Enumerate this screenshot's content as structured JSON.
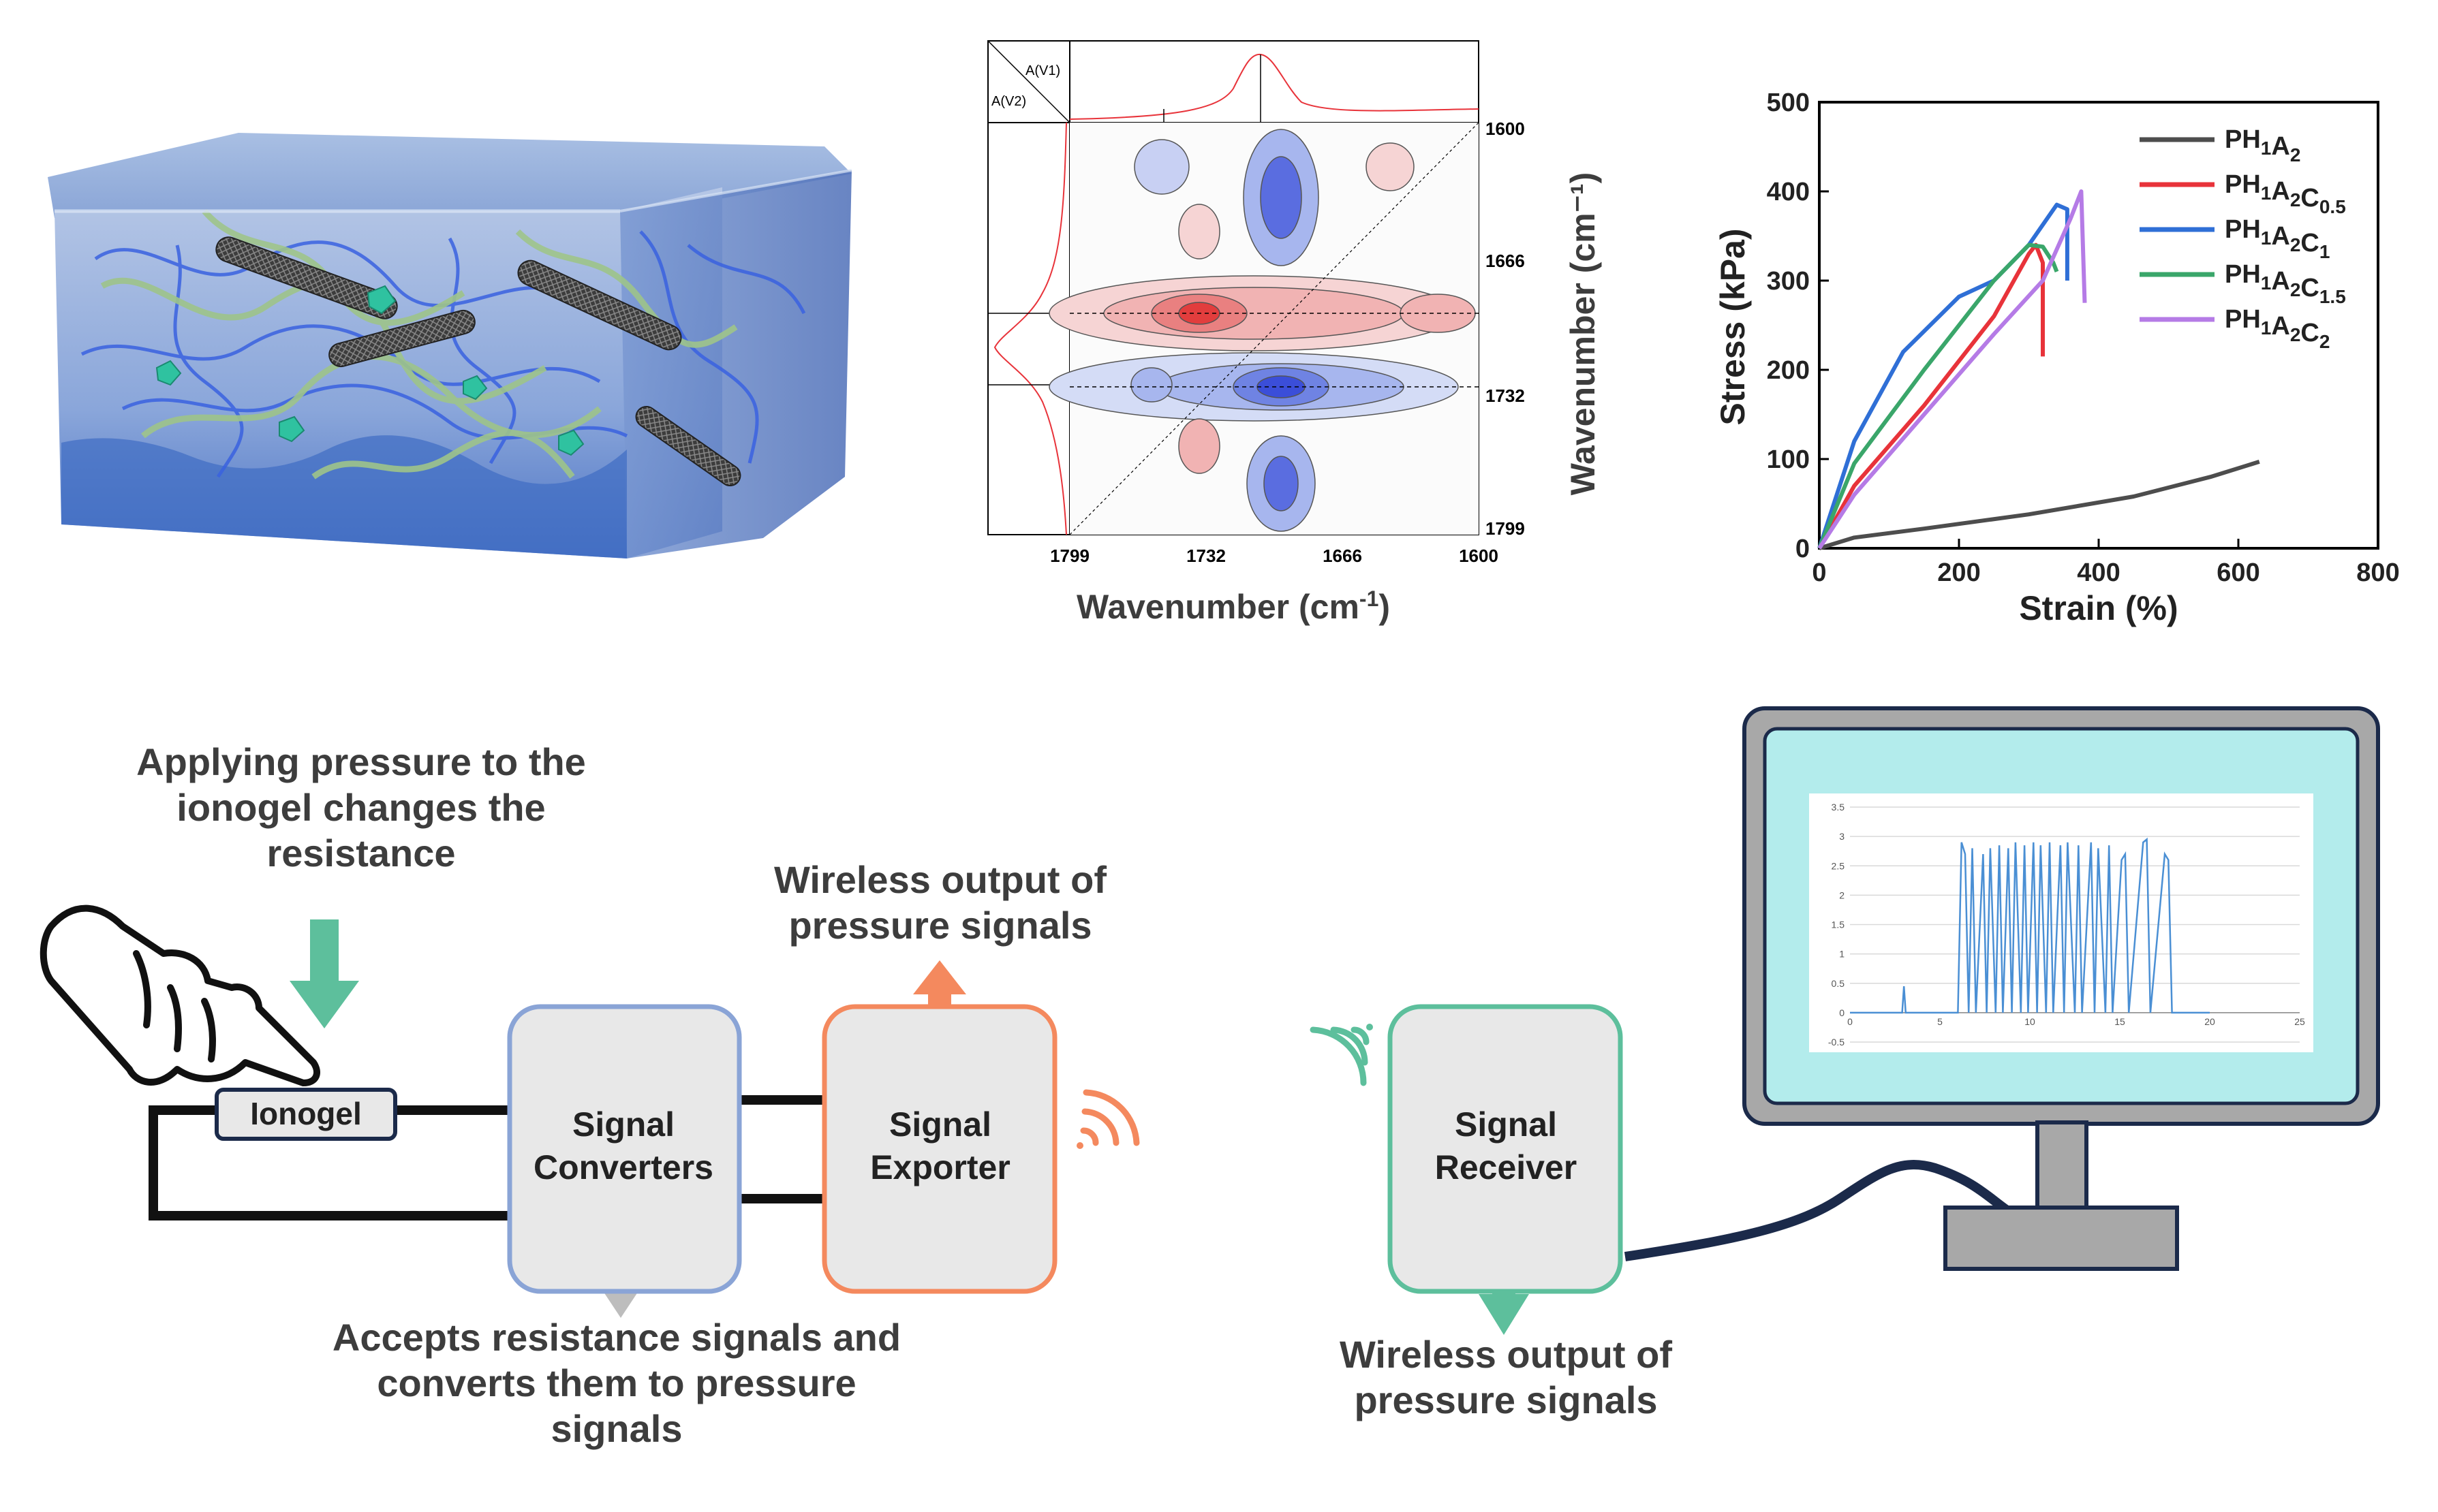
{
  "ftir_panel": {
    "x_axis_label": "Wavenumber (cm",
    "x_axis_unit_sup": "-1",
    "x_axis_label_end": ")",
    "y_axis_label": "Wavenumber (cm⁻¹)",
    "corner_top_label": "A(V1)",
    "corner_bottom_label": "A(V2)",
    "x_ticks": [
      "1799",
      "1732",
      "1666",
      "1600"
    ],
    "y_ticks": [
      "1600",
      "1666",
      "1732",
      "1799"
    ]
  },
  "stress_panel": {
    "x_axis_label": "Strain (%)",
    "y_axis_label": "Stress (kPa)",
    "x_ticks": [
      "0",
      "200",
      "400",
      "600",
      "800"
    ],
    "y_ticks": [
      "0",
      "100",
      "200",
      "300",
      "400",
      "500"
    ],
    "legend": [
      {
        "base": "PH",
        "s1": "1",
        "mid": "A",
        "s2": "2",
        "c": "",
        "s3": "",
        "color": "#4d4d4d"
      },
      {
        "base": "PH",
        "s1": "1",
        "mid": "A",
        "s2": "2",
        "c": "C",
        "s3": "0.5",
        "color": "#e8333a"
      },
      {
        "base": "PH",
        "s1": "1",
        "mid": "A",
        "s2": "2",
        "c": "C",
        "s3": "1",
        "color": "#2f6fd6"
      },
      {
        "base": "PH",
        "s1": "1",
        "mid": "A",
        "s2": "2",
        "c": "C",
        "s3": "1.5",
        "color": "#3aa66a"
      },
      {
        "base": "PH",
        "s1": "1",
        "mid": "A",
        "s2": "2",
        "c": "C",
        "s3": "2",
        "color": "#b57be6"
      }
    ]
  },
  "chart_data": [
    {
      "type": "line",
      "xlabel": "Strain (%)",
      "ylabel": "Stress (kPa)",
      "xlim": [
        0,
        800
      ],
      "ylim": [
        0,
        500
      ],
      "series": [
        {
          "name": "PH1A2",
          "x": [
            0,
            50,
            150,
            300,
            450,
            560,
            630
          ],
          "y": [
            0,
            12,
            22,
            38,
            58,
            80,
            97
          ]
        },
        {
          "name": "PH1A2C0.5",
          "x": [
            0,
            50,
            150,
            250,
            300,
            310,
            320,
            320
          ],
          "y": [
            0,
            70,
            160,
            260,
            330,
            340,
            320,
            215
          ]
        },
        {
          "name": "PH1A2C1",
          "x": [
            0,
            50,
            120,
            200,
            250,
            300,
            340,
            355,
            355
          ],
          "y": [
            0,
            120,
            220,
            282,
            300,
            340,
            385,
            380,
            300
          ]
        },
        {
          "name": "PH1A2C1.5",
          "x": [
            0,
            50,
            150,
            250,
            300,
            320,
            335,
            340
          ],
          "y": [
            0,
            95,
            200,
            300,
            340,
            338,
            320,
            310
          ]
        },
        {
          "name": "PH1A2C2",
          "x": [
            0,
            50,
            150,
            250,
            320,
            360,
            375,
            380
          ],
          "y": [
            0,
            60,
            150,
            240,
            300,
            370,
            400,
            275
          ]
        }
      ]
    },
    {
      "type": "line",
      "xlim": [
        0,
        25
      ],
      "ylim": [
        -0.5,
        3.5
      ],
      "x_ticks": [
        "0",
        "5",
        "10",
        "15",
        "20",
        "25"
      ],
      "y_ticks": [
        "3.5",
        "3",
        "2.5",
        "2",
        "1.5",
        "1",
        "0.5",
        "0",
        "-0.5"
      ],
      "series": [
        {
          "x": [
            0,
            2.9,
            3.0,
            3.1,
            6.0,
            6.2,
            6.4,
            6.6,
            6.8,
            7.0,
            7.4,
            7.6,
            7.8,
            8.1,
            8.3,
            8.5,
            8.8,
            9.0,
            9.2,
            9.5,
            9.7,
            9.9,
            10.2,
            10.4,
            10.6,
            10.9,
            11.1,
            11.3,
            11.7,
            11.9,
            12.1,
            12.5,
            12.7,
            12.9,
            13.4,
            13.6,
            13.8,
            14.2,
            14.4,
            14.6,
            15.1,
            15.3,
            15.5,
            16.3,
            16.5,
            16.7,
            17.5,
            17.7,
            17.9,
            18.2,
            20.0
          ],
          "y": [
            0,
            0,
            0.45,
            0,
            0,
            2.9,
            2.7,
            0,
            2.8,
            0,
            2.7,
            0,
            2.8,
            0,
            2.85,
            0,
            2.8,
            0,
            2.9,
            0,
            2.85,
            0,
            2.9,
            0,
            2.85,
            0,
            2.9,
            0,
            2.85,
            0,
            2.9,
            0,
            2.85,
            0,
            2.9,
            0,
            2.8,
            0,
            2.85,
            0,
            2.6,
            2.7,
            0,
            2.9,
            2.95,
            0,
            2.7,
            2.6,
            0,
            0,
            0
          ]
        }
      ]
    }
  ],
  "diagram": {
    "pressure_label": "Applying pressure to the ionogel changes the resistance",
    "ionogel_label": "Ionogel",
    "converters_label": "Signal Converters",
    "exporter_label": "Signal Exporter",
    "receiver_label": "Signal Receiver",
    "exporter_output_label": "Wireless output of pressure signals",
    "converter_desc_label": "Accepts resistance signals and converts them to pressure signals",
    "receiver_output_label": "Wireless output of pressure signals"
  },
  "colors": {
    "teal_arrow": "#5dbf9c",
    "orange": "#f4895e",
    "converter_border": "#8aa4d6",
    "receiver_border": "#5dbf9c",
    "box_fill": "#e8e8e8",
    "monitor_screen": "#b3ecec",
    "cable": "#1b2a4a"
  },
  "icons": [
    "hand-icon",
    "wifi-orange-icon",
    "wifi-teal-icon",
    "monitor-icon"
  ]
}
